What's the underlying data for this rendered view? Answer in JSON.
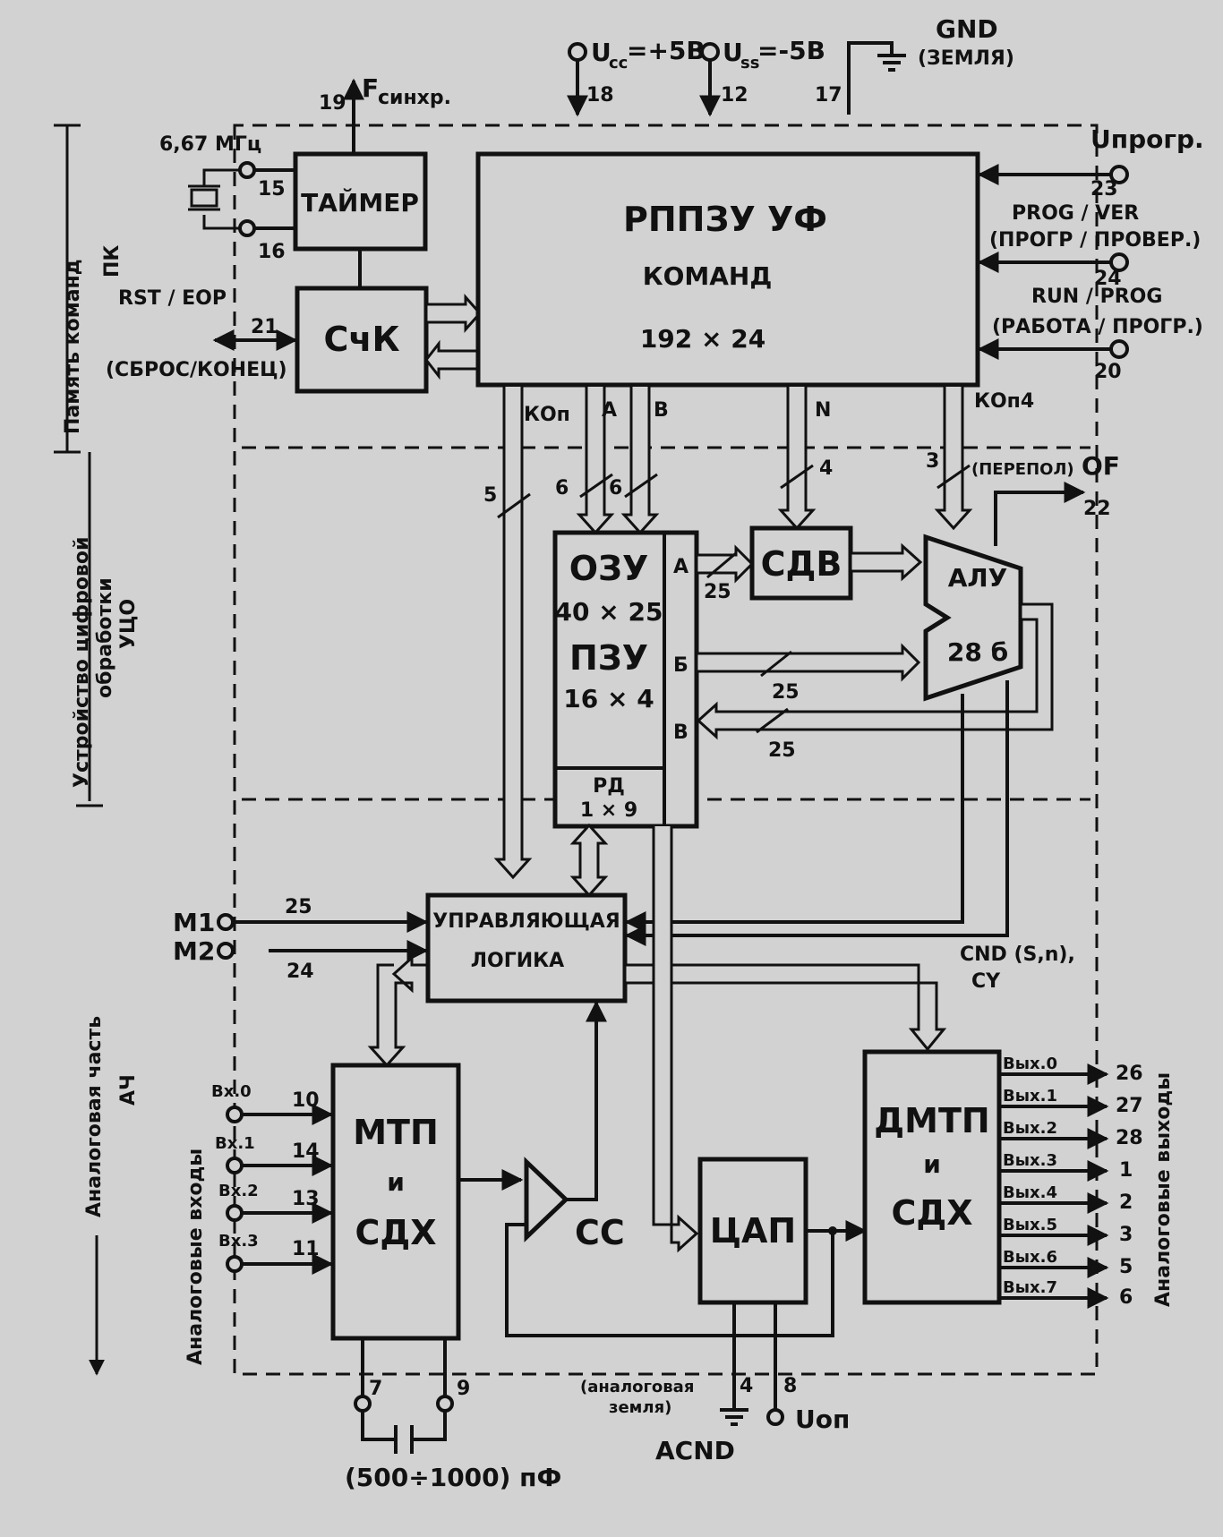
{
  "power": {
    "ucc": "U",
    "ucc_sub": "cc",
    "ucc_val": "=+5В",
    "ucc_pin": "18",
    "uss": "U",
    "uss_sub": "ss",
    "uss_val": "=-5В",
    "uss_pin": "12",
    "gnd": "GND",
    "gnd_ru": "(ЗЕМЛЯ)",
    "gnd_pin": "17",
    "fsync": "F",
    "fsync_sub": "синхр.",
    "fsync_pin": "19"
  },
  "sections": {
    "pk_1": "Память команд",
    "pk_2": "ПК",
    "ucho_1": "Устройство цифровой",
    "ucho_2": "обработки",
    "ucho_3": "УЦО",
    "ach_1": "Аналоговая часть",
    "ach_2": "АЧ"
  },
  "timer": {
    "crystal": "6,67 МГц",
    "pin_a": "15",
    "pin_b": "16",
    "label": "ТАЙМЕР"
  },
  "counter": {
    "label": "СчК",
    "signal": "RST / EOP",
    "signal_ru": "(СБРОС/КОНЕЦ)",
    "pin": "21"
  },
  "rom": {
    "line1": "РППЗУ УФ",
    "line2": "КОМАНД",
    "line3": "192 × 24",
    "uprog": "Uпрогр.",
    "pin_uprog": "23",
    "prog_ver": "PROG / VER",
    "prog_ver_ru": "(ПРОГР / ПРОВЕР.)",
    "pin_prog": "24",
    "run_prog": "RUN / PROG",
    "run_prog_ru": "(РАБОТА / ПРОГР.)",
    "pin_run": "20"
  },
  "buses": {
    "kop": "КОп",
    "a": "А",
    "b": "В",
    "n": "N",
    "kop4": "КОп4",
    "w5": "5",
    "w6a": "6",
    "w6b": "6",
    "w4": "4",
    "w3": "3",
    "overflow": "(ПЕРЕПОЛ)",
    "of": "OF",
    "of_pin": "22",
    "w25a": "25",
    "w25b": "25",
    "w25c": "25"
  },
  "ram": {
    "line1": "ОЗУ",
    "line2": "40 × 25",
    "line3": "ПЗУ",
    "line4": "16 × 4",
    "port_a": "А",
    "port_b": "Б",
    "port_c": "В",
    "rd1": "РД",
    "rd2": "1 × 9"
  },
  "sdv": {
    "label": "СДВ"
  },
  "alu": {
    "label": "АЛУ",
    "bits": "28 б"
  },
  "logic": {
    "line1": "УПРАВЛЯЮЩАЯ",
    "line2": "ЛОГИКА",
    "m1": "M1",
    "m1_pin": "25",
    "m2": "M2",
    "m2_pin": "24",
    "cnd": "CND (S,n),",
    "cy": "CY"
  },
  "mtp": {
    "line1": "МТП",
    "line2": "и",
    "line3": "СДХ",
    "inputs_label": "Аналоговые входы",
    "inputs": [
      {
        "label": "Вх.0",
        "pin": "10"
      },
      {
        "label": "Вх.1",
        "pin": "14"
      },
      {
        "label": "Вх.2",
        "pin": "13"
      },
      {
        "label": "Вх.3",
        "pin": "11"
      }
    ],
    "pin7": "7",
    "pin9": "9",
    "cap": "(500÷1000) пФ"
  },
  "cc": {
    "label": "СС"
  },
  "dac": {
    "label": "ЦАП",
    "agnd": "(аналоговая",
    "agnd2": "земля)",
    "agnd_pin": "4",
    "uop_pin": "8",
    "uop": "Uоп",
    "acnd": "ACND"
  },
  "dmtp": {
    "line1": "ДМТП",
    "line2": "и",
    "line3": "СДХ",
    "outputs_label": "Аналоговые выходы",
    "outputs": [
      {
        "label": "Вых.0",
        "pin": "26"
      },
      {
        "label": "Вых.1",
        "pin": "27"
      },
      {
        "label": "Вых.2",
        "pin": "28"
      },
      {
        "label": "Вых.3",
        "pin": "1"
      },
      {
        "label": "Вых.4",
        "pin": "2"
      },
      {
        "label": "Вых.5",
        "pin": "3"
      },
      {
        "label": "Вых.6",
        "pin": "5"
      },
      {
        "label": "Вых.7",
        "pin": "6"
      }
    ]
  }
}
